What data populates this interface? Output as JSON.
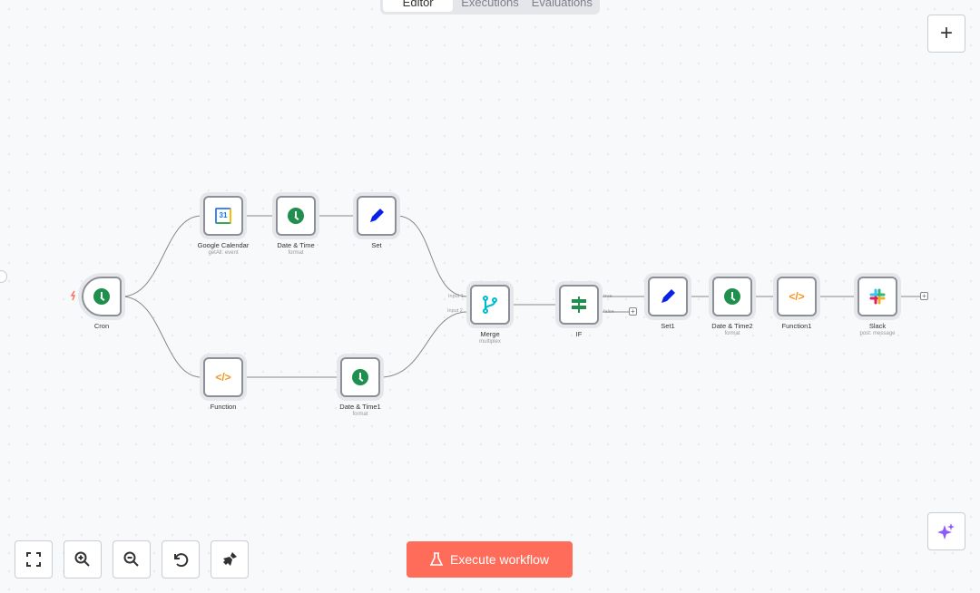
{
  "tabs": [
    {
      "label": "Editor",
      "active": true
    },
    {
      "label": "Executions"
    },
    {
      "label": "Evaluations"
    }
  ],
  "nodes": {
    "cron": {
      "label": "Cron",
      "icon": "clock-icon"
    },
    "gcal": {
      "label": "Google Calendar",
      "sub": "getAll: event",
      "icon": "google-calendar-icon",
      "icon_text": "31"
    },
    "dt": {
      "label": "Date & Time",
      "sub": "format",
      "icon": "clock-icon"
    },
    "set": {
      "label": "Set",
      "icon": "pencil-icon"
    },
    "function": {
      "label": "Function",
      "icon": "code-icon",
      "icon_text": "</>"
    },
    "dt1": {
      "label": "Date & Time1",
      "sub": "format",
      "icon": "clock-icon"
    },
    "merge": {
      "label": "Merge",
      "sub": "multiplex",
      "icon": "merge-icon",
      "input1": "Input 1",
      "input2": "Input 2"
    },
    "if": {
      "label": "IF",
      "icon": "signpost-icon",
      "true_label": "true",
      "false_label": "false"
    },
    "set1": {
      "label": "Set1",
      "icon": "pencil-icon"
    },
    "dt2": {
      "label": "Date & Time2",
      "sub": "format",
      "icon": "clock-icon"
    },
    "function1": {
      "label": "Function1",
      "icon": "code-icon",
      "icon_text": "</>"
    },
    "slack": {
      "label": "Slack",
      "sub": "post: message",
      "icon": "slack-icon"
    }
  },
  "toolbar": {
    "execute_label": "Execute workflow",
    "plus": "+"
  },
  "colors": {
    "accent": "#ff6d5a",
    "clock": "#1f8f4e",
    "pencil": "#0b22e6",
    "code": "#f7931e",
    "merge": "#00bbcc"
  }
}
